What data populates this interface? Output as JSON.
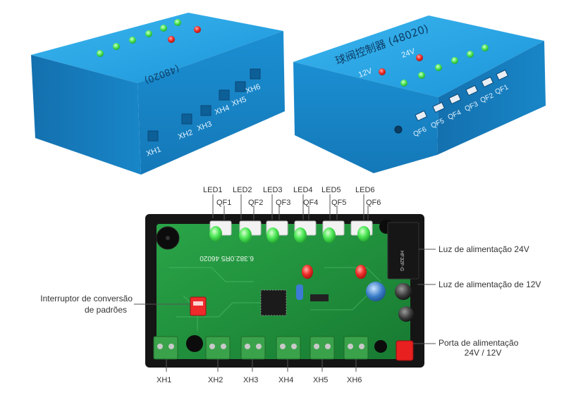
{
  "left_box": {
    "title_text": "(48020)",
    "port_labels": [
      "XH1",
      "XH2",
      "XH3",
      "XH4",
      "XH5",
      "XH6"
    ]
  },
  "right_box": {
    "title_text": "球阀控制器 (48020)",
    "voltage_labels": [
      "12V",
      "24V"
    ],
    "port_labels": [
      "QF6",
      "QF5",
      "QF4",
      "QF3",
      "QF2",
      "QF1"
    ]
  },
  "board": {
    "led_labels": [
      "LED1",
      "LED2",
      "LED3",
      "LED4",
      "LED5",
      "LED6"
    ],
    "qf_labels": [
      "QF1",
      "QF2",
      "QF3",
      "QF4",
      "QF5",
      "QF6"
    ],
    "xh_labels": [
      "XH1",
      "XH2",
      "XH3",
      "XH4",
      "XH5",
      "XH6"
    ],
    "pcb_text": "6.382.0R5 46020",
    "relay_text": "HF32F-G"
  },
  "callouts": {
    "power_24v": "Luz de alimentação 24V",
    "power_12v": "Luz de alimentação de 12V",
    "switch_line1": "Interruptor de conversão",
    "switch_line2": "de padrões",
    "port_line1": "Porta de alimentação",
    "port_line2": "24V / 12V"
  },
  "colors": {
    "box_blue": "#1f9ee0",
    "pcb_green": "#1f8f3a",
    "led_green": "#3fe04a",
    "led_red": "#e01e1e"
  }
}
